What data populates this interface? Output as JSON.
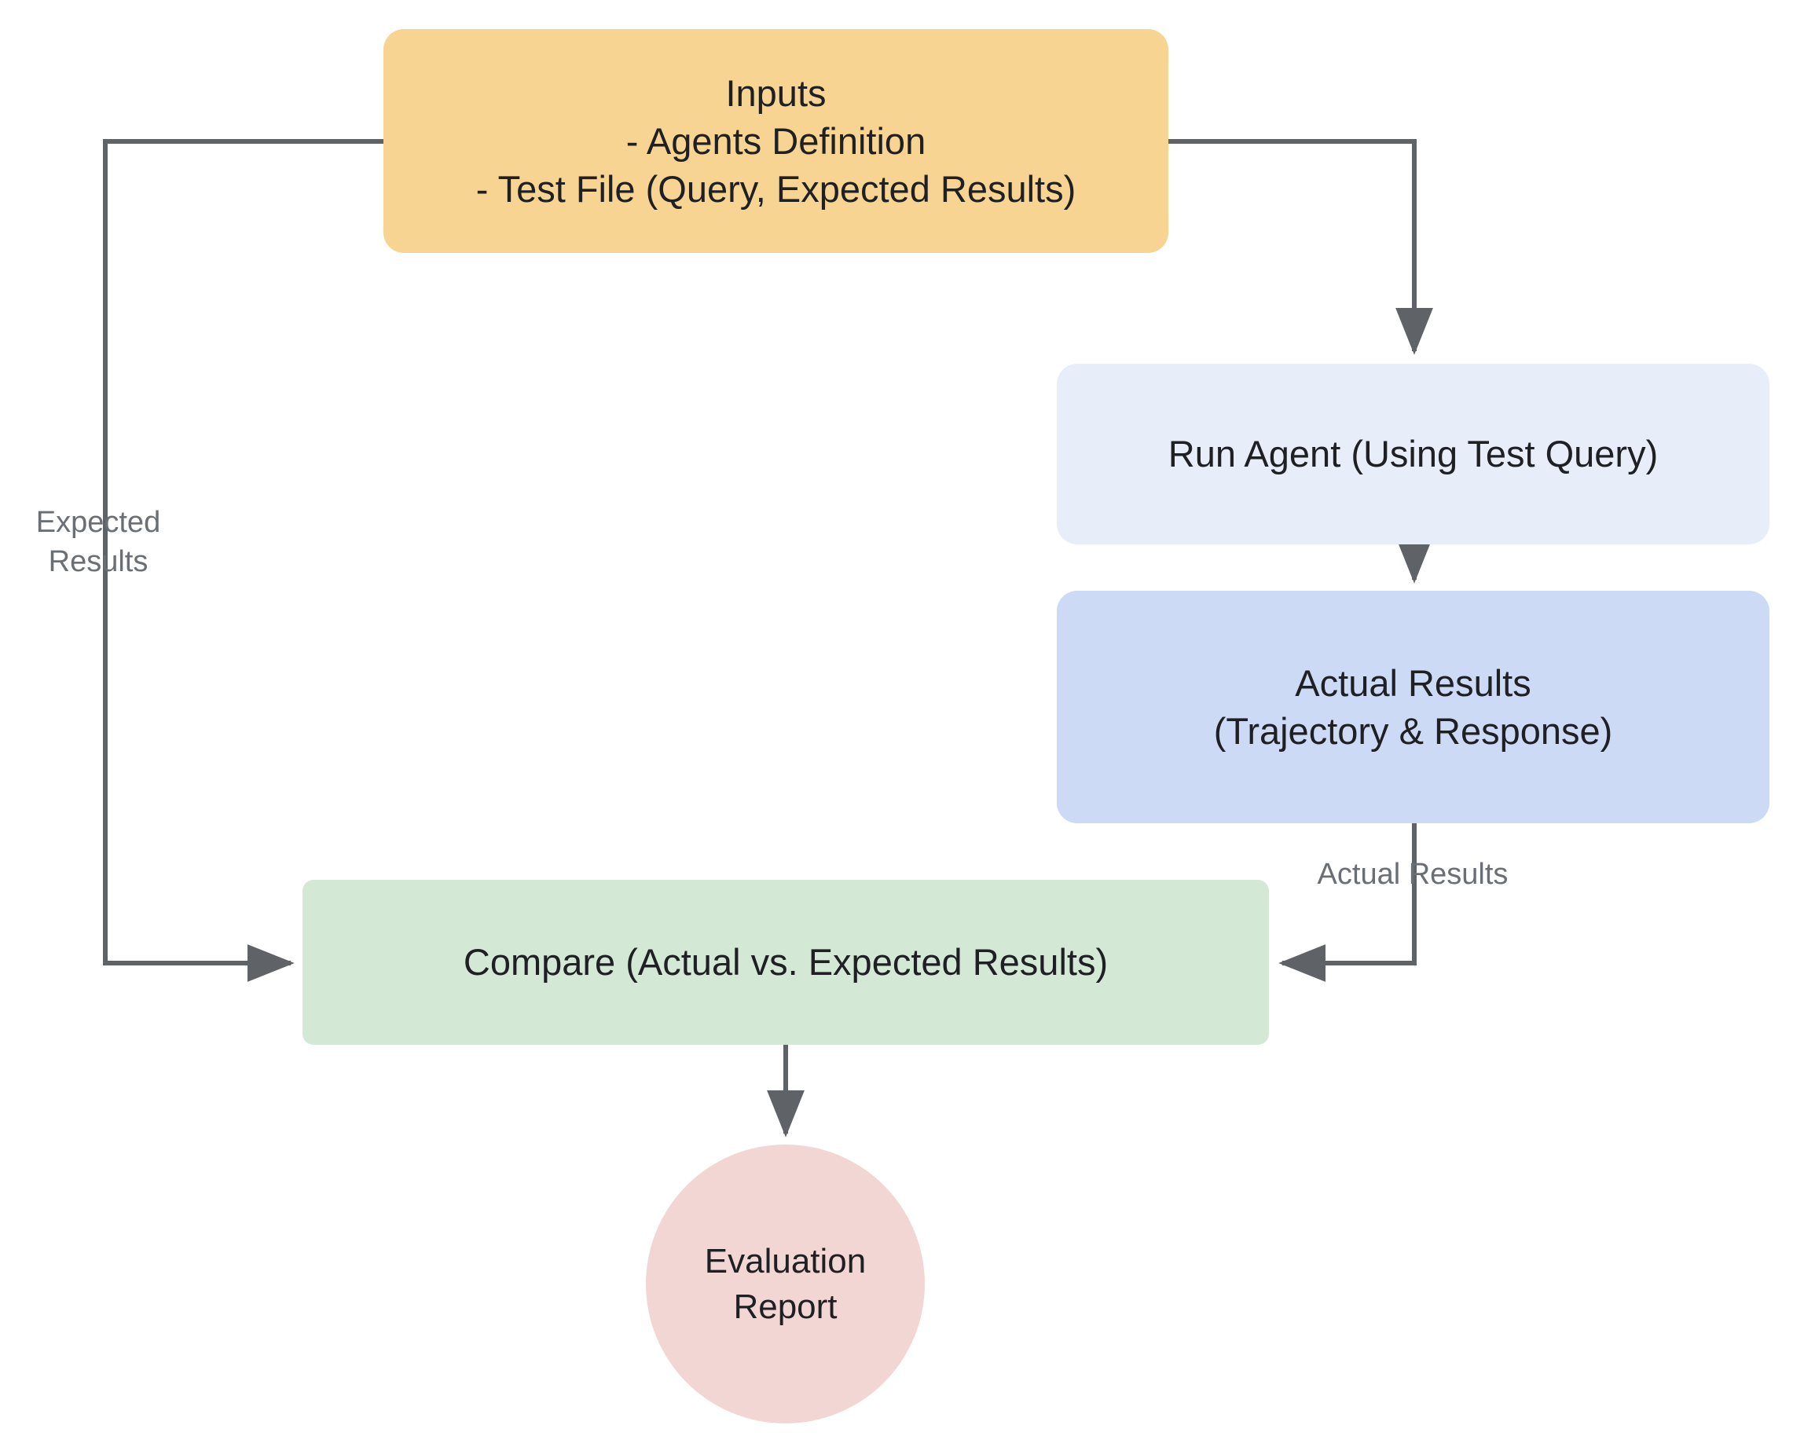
{
  "diagram": {
    "title": "Agent Evaluation Flow",
    "background_color": "#ffffff",
    "edge_color": "#5f6368",
    "nodes": [
      {
        "id": "inputs",
        "label": "Inputs\n- Agents Definition\n- Test File (Query, Expected Results)",
        "shape": "rounded-rectangle",
        "color": "#F7D492"
      },
      {
        "id": "run_agent",
        "label": "Run Agent (Using Test Query)",
        "shape": "rounded-rectangle",
        "color": "#E8EDFA"
      },
      {
        "id": "actual_results",
        "label": "Actual Results\n(Trajectory & Response)",
        "shape": "rounded-rectangle",
        "color": "#CCDAF5"
      },
      {
        "id": "compare",
        "label": "Compare (Actual vs. Expected Results)",
        "shape": "rounded-rectangle",
        "color": "#D3E8D5"
      },
      {
        "id": "evaluation_report",
        "label": "Evaluation\nReport",
        "shape": "circle",
        "color": "#F2D6D3"
      }
    ],
    "edges": [
      {
        "id": "inputs_to_compare",
        "from": "inputs",
        "to": "compare",
        "label": "Expected\nResults"
      },
      {
        "id": "inputs_to_run_agent",
        "from": "inputs",
        "to": "run_agent",
        "label": ""
      },
      {
        "id": "run_agent_to_actual_results",
        "from": "run_agent",
        "to": "actual_results",
        "label": ""
      },
      {
        "id": "actual_results_to_compare",
        "from": "actual_results",
        "to": "compare",
        "label": "Actual Results"
      },
      {
        "id": "compare_to_evaluation_report",
        "from": "compare",
        "to": "evaluation_report",
        "label": ""
      }
    ]
  }
}
